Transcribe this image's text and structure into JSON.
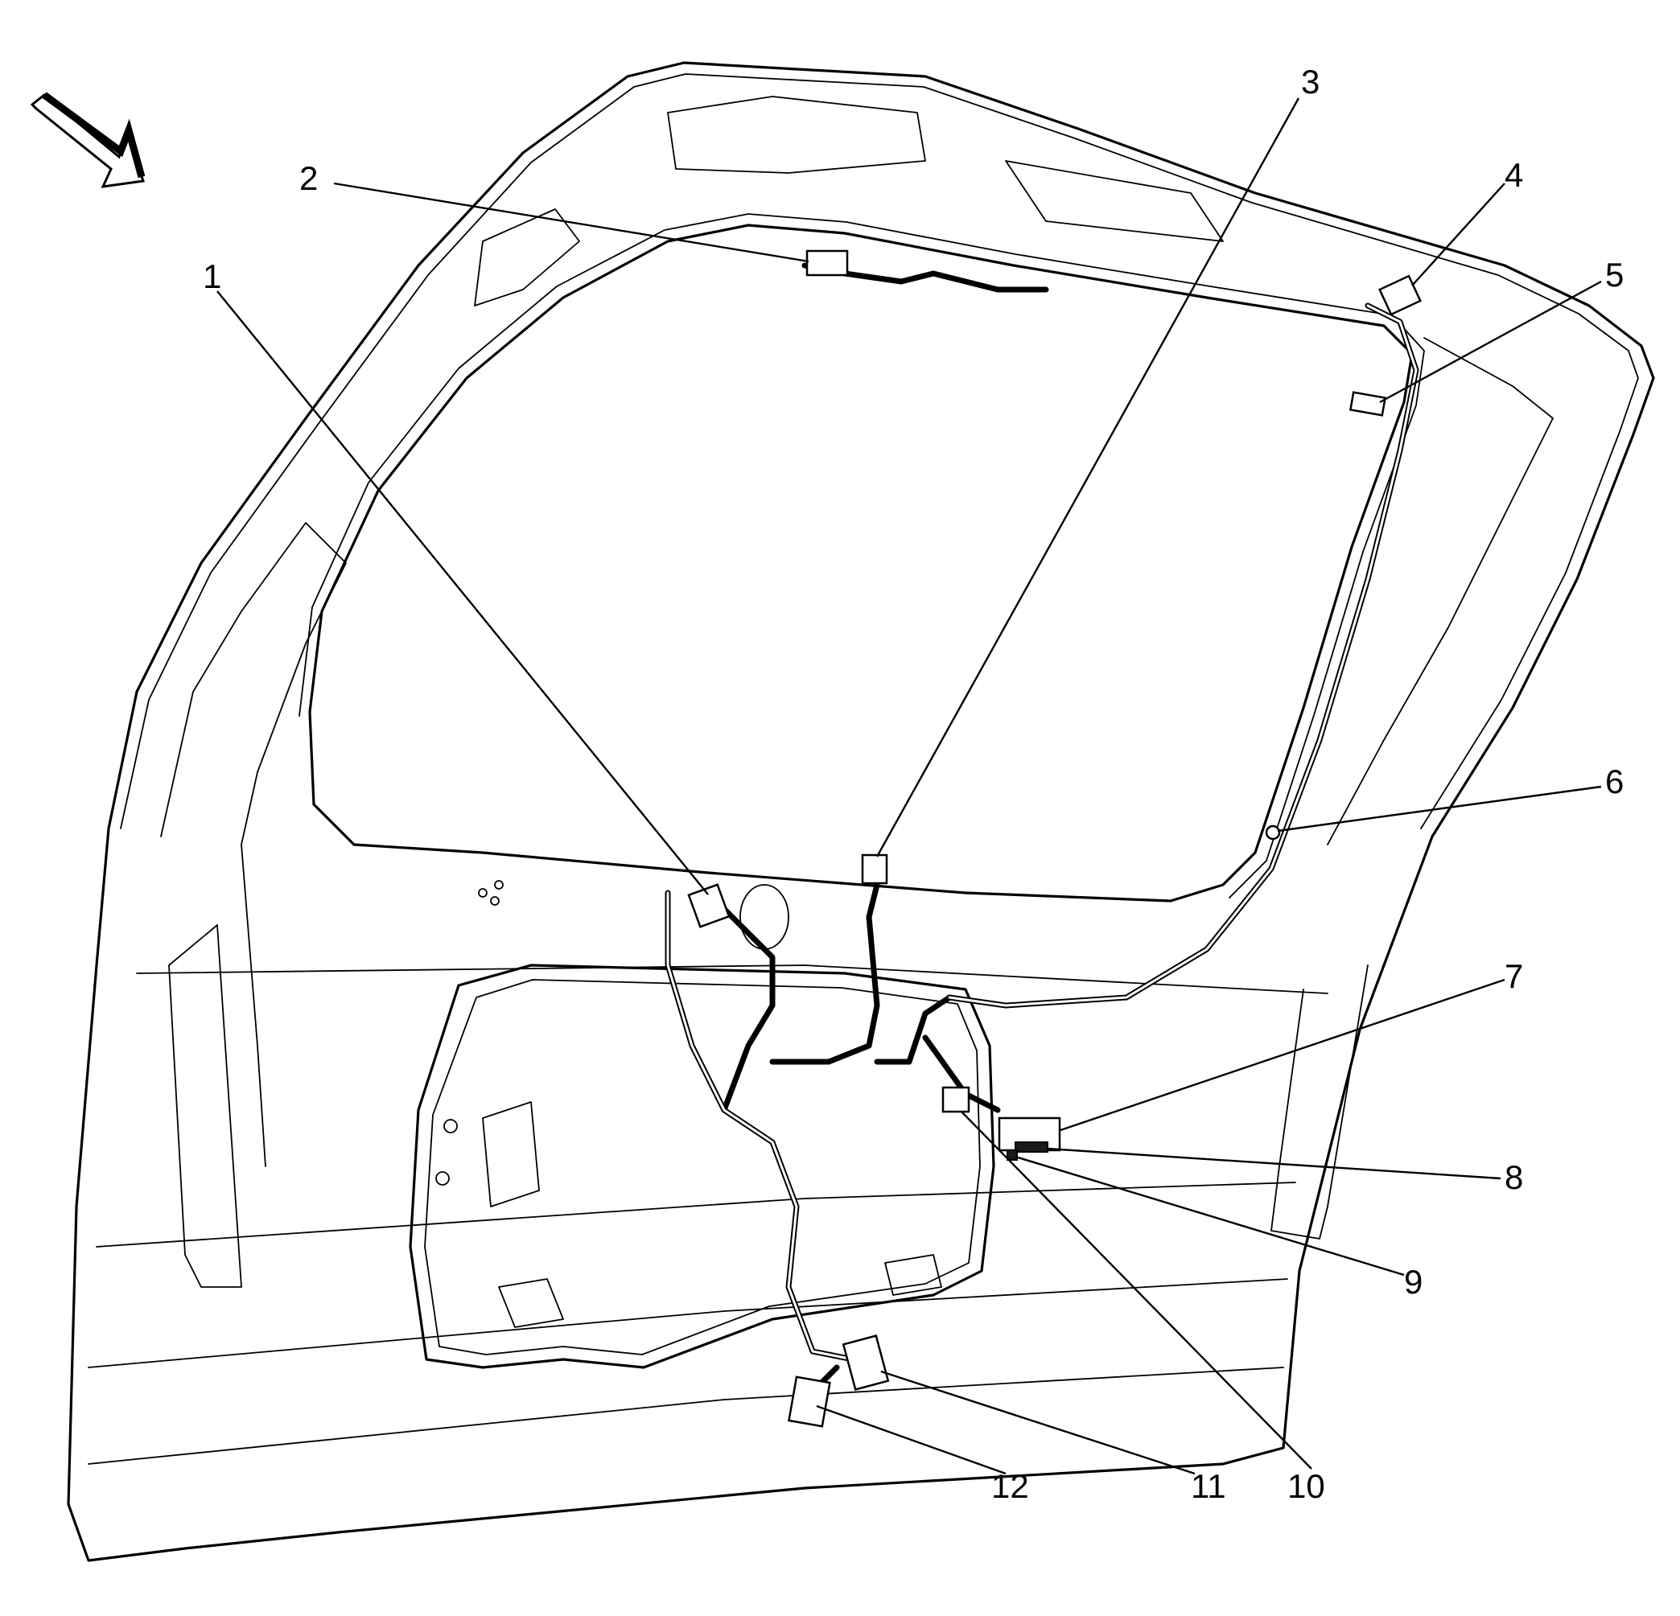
{
  "callouts": [
    {
      "id": "1",
      "label": "1"
    },
    {
      "id": "2",
      "label": "2"
    },
    {
      "id": "3",
      "label": "3"
    },
    {
      "id": "4",
      "label": "4"
    },
    {
      "id": "5",
      "label": "5"
    },
    {
      "id": "6",
      "label": "6"
    },
    {
      "id": "7",
      "label": "7"
    },
    {
      "id": "8",
      "label": "8"
    },
    {
      "id": "9",
      "label": "9"
    },
    {
      "id": "10",
      "label": "10"
    },
    {
      "id": "11",
      "label": "11"
    },
    {
      "id": "12",
      "label": "12"
    }
  ],
  "icons": {
    "view_arrow": "direction-arrow-icon"
  }
}
